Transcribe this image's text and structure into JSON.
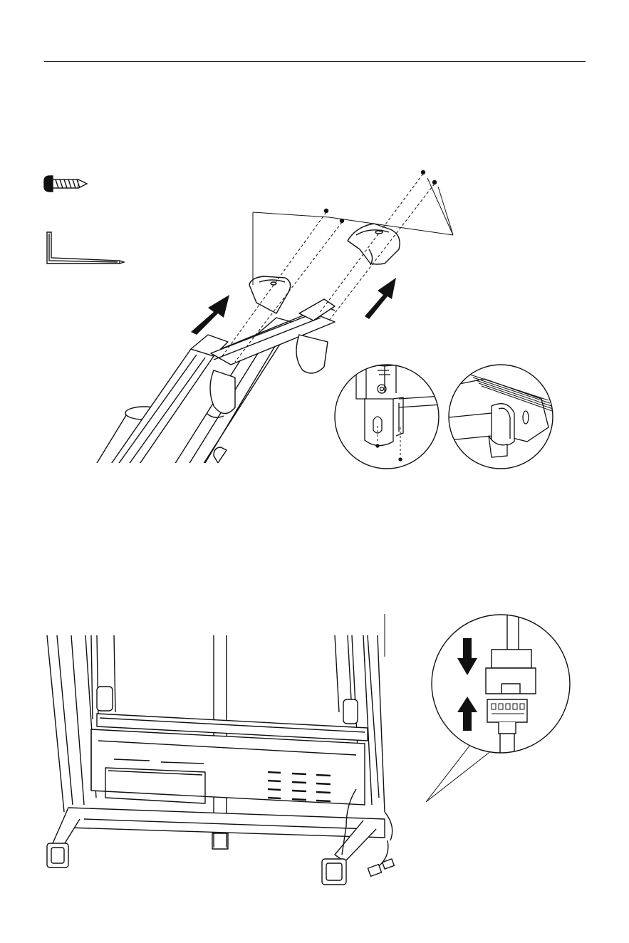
{
  "page": {
    "background": "#ffffff",
    "line_color": "#111111"
  },
  "hardware": [
    {
      "icon": "screw-icon"
    },
    {
      "icon": "allen-key-icon"
    }
  ],
  "figures": [
    {
      "name": "upright-cover-assembly",
      "detail_callouts": 2,
      "arrows": 2
    },
    {
      "name": "console-cable-connection",
      "detail_callouts": 1,
      "arrows": 2
    }
  ]
}
